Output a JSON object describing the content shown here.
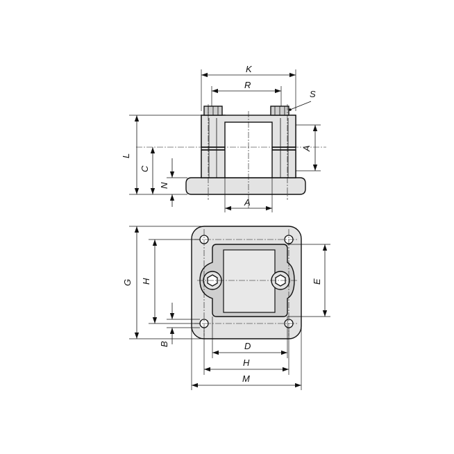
{
  "dimensions": {
    "K": "K",
    "R": "R",
    "S": "S",
    "L": "L",
    "C": "C",
    "N": "N",
    "A_top": "A",
    "A_right": "A",
    "G": "G",
    "H_left": "H",
    "E": "E",
    "B": "B",
    "D": "D",
    "H_bottom": "H",
    "M": "M"
  }
}
